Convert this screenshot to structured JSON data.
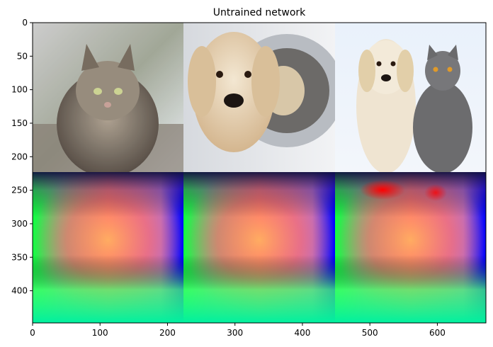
{
  "chart_data": {
    "type": "image",
    "title": "Untrained network",
    "xlabel": "",
    "ylabel": "",
    "xlim": [
      0,
      672
    ],
    "ylim": [
      448,
      0
    ],
    "x_ticks": [
      0,
      100,
      200,
      300,
      400,
      500,
      600
    ],
    "y_ticks": [
      0,
      50,
      100,
      150,
      200,
      250,
      300,
      350,
      400
    ],
    "grid": false,
    "panels": {
      "top_row": [
        "cat in snow",
        "golden retriever with washing machine",
        "puppy and grey cat"
      ],
      "bottom_row": [
        "feature map 1",
        "feature map 2",
        "feature map 3"
      ]
    }
  },
  "colors": {
    "green": "#10ff40",
    "blue": "#0000ff",
    "red": "#ff3030",
    "salmon": "#ff8a70",
    "cyan": "#00f0a0"
  }
}
